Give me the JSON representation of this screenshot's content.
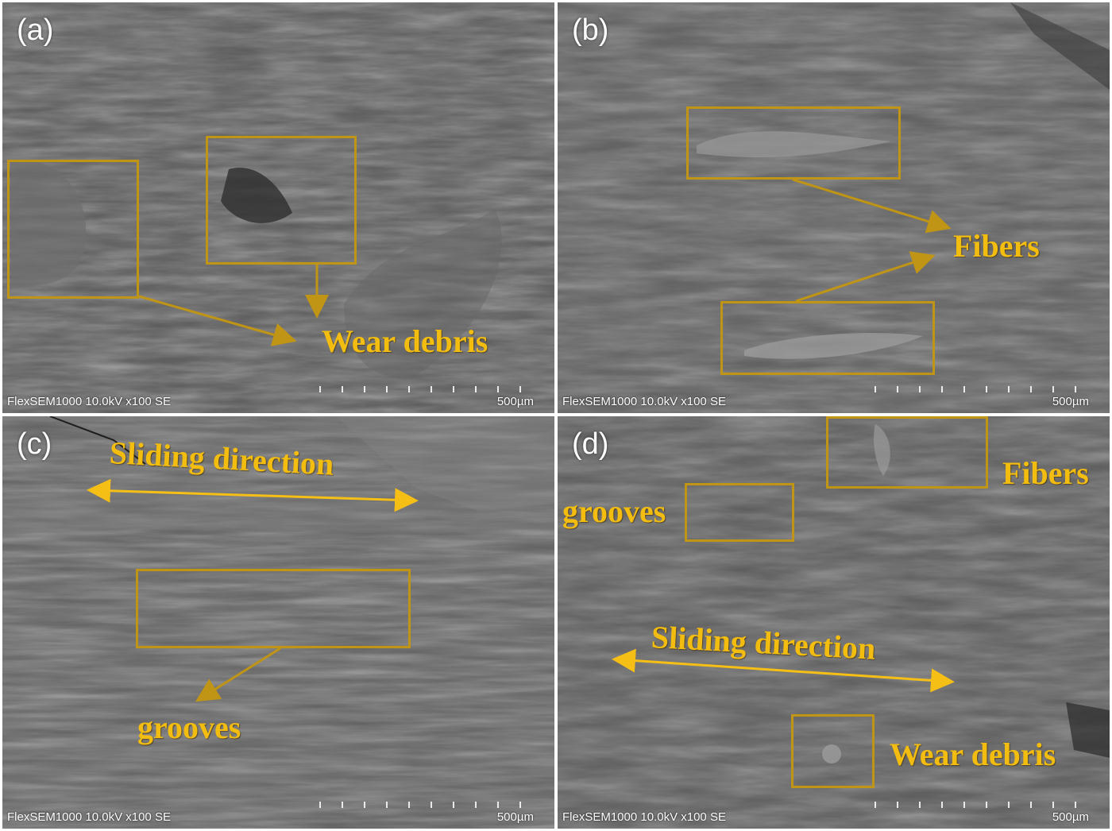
{
  "panels": [
    {
      "label": "(a)",
      "info": "FlexSEM1000 10.0kV x100 SE",
      "scale": "500µm",
      "annotations": [
        "Wear debris"
      ]
    },
    {
      "label": "(b)",
      "info": "FlexSEM1000 10.0kV x100 SE",
      "scale": "500µm",
      "annotations": [
        "Fibers"
      ]
    },
    {
      "label": "(c)",
      "info": "FlexSEM1000 10.0kV x100 SE",
      "scale": "500µm",
      "annotations": [
        "Sliding direction",
        "grooves"
      ]
    },
    {
      "label": "(d)",
      "info": "FlexSEM1000 10.0kV x100 SE",
      "scale": "500µm",
      "annotations": [
        "Fibers",
        "grooves",
        "Sliding direction",
        "Wear debris"
      ]
    }
  ],
  "colors": {
    "box": "#c09515",
    "text": "#f3bd10",
    "double_arrow": "#f6bf16"
  }
}
